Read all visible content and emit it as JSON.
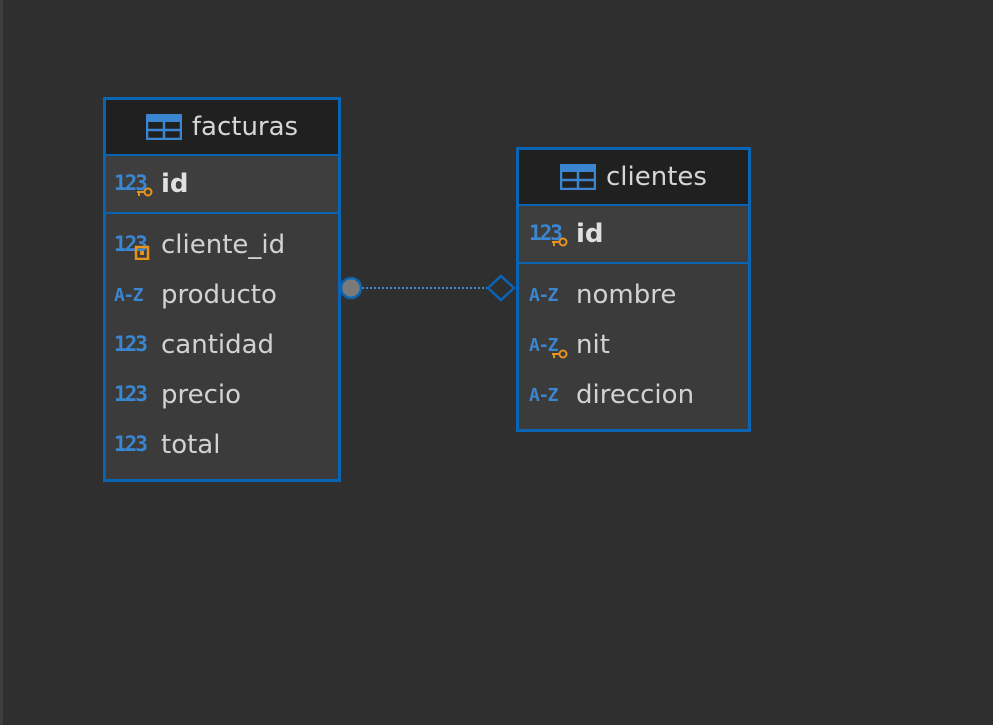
{
  "diagram": {
    "entities": [
      {
        "name": "facturas",
        "primary_key": [
          {
            "name": "id",
            "type_icon": "numeric-icon",
            "badge": "primary-key-icon"
          }
        ],
        "columns": [
          {
            "name": "cliente_id",
            "type_icon": "numeric-icon",
            "badge": "foreign-key-icon"
          },
          {
            "name": "producto",
            "type_icon": "text-icon"
          },
          {
            "name": "cantidad",
            "type_icon": "numeric-icon"
          },
          {
            "name": "precio",
            "type_icon": "numeric-icon"
          },
          {
            "name": "total",
            "type_icon": "numeric-icon"
          }
        ]
      },
      {
        "name": "clientes",
        "primary_key": [
          {
            "name": "id",
            "type_icon": "numeric-icon",
            "badge": "primary-key-icon"
          }
        ],
        "columns": [
          {
            "name": "nombre",
            "type_icon": "text-icon"
          },
          {
            "name": "nit",
            "type_icon": "text-icon",
            "badge": "unique-key-icon"
          },
          {
            "name": "direccion",
            "type_icon": "text-icon"
          }
        ]
      }
    ],
    "relations": [
      {
        "from": "facturas.cliente_id",
        "to": "clientes.id",
        "line_style": "dotted",
        "from_marker": "circle",
        "to_marker": "diamond"
      }
    ],
    "colors": {
      "canvas": "#2f2f2f",
      "entity_border": "#0a64b4",
      "icon_blue": "#3a86d0",
      "key_orange": "#e8921e"
    }
  }
}
